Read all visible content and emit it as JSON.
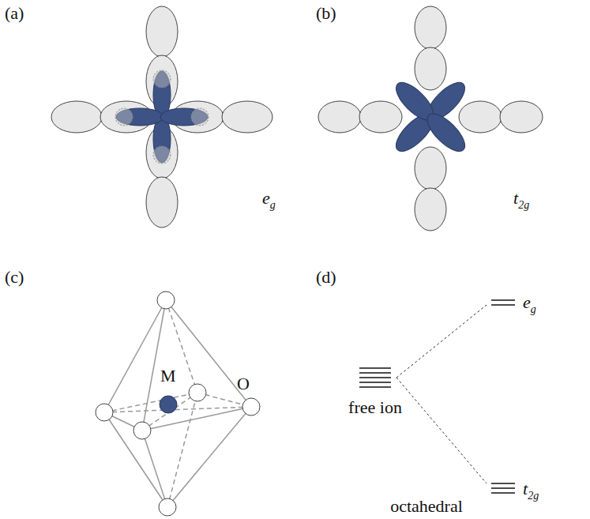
{
  "diagram": {
    "labels": [
      "(a)",
      "(b)",
      "eg",
      "t2g",
      "(c)",
      "(d)",
      "M",
      "O",
      "eg",
      "free ion",
      "t2g",
      "octahedral"
    ]
  }
}
